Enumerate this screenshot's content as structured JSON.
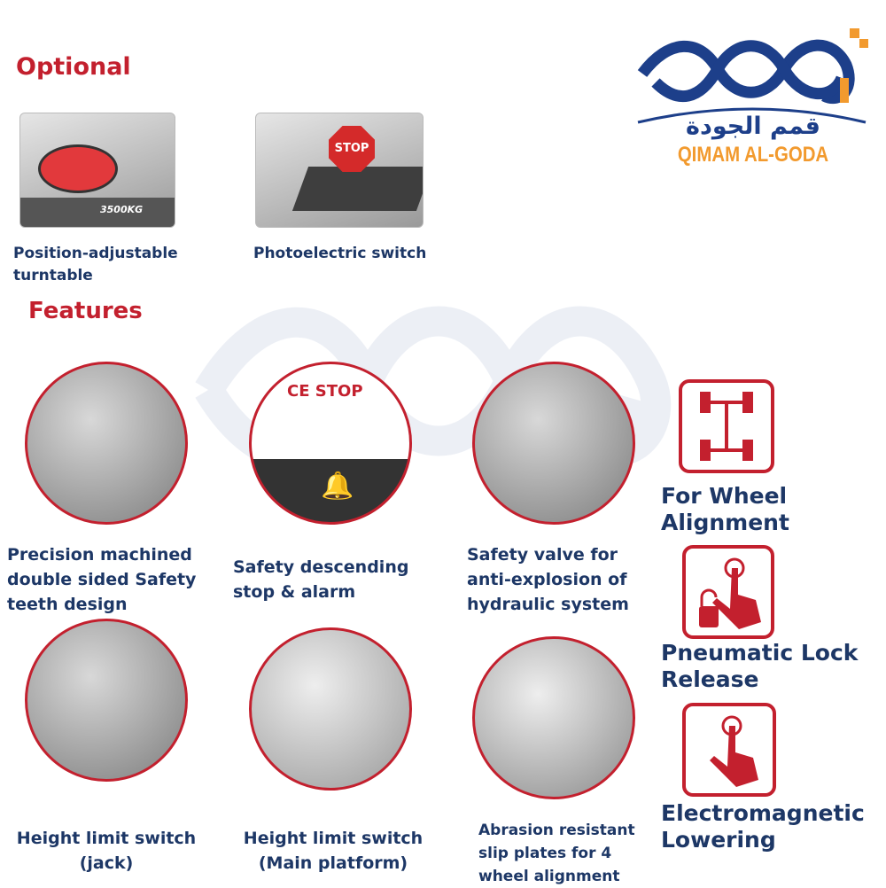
{
  "logo": {
    "arabic": "قمم الجودة",
    "latin": "QIMAM AL-GODA",
    "colors": {
      "blue": "#1d3f8a",
      "orange": "#f29a2e"
    }
  },
  "optional": {
    "title": "Optional",
    "items": [
      {
        "caption_lines": [
          "Position-adjustable",
          "turntable"
        ],
        "photo_text": "3500KG"
      },
      {
        "caption_lines": [
          "Photoelectric switch"
        ],
        "photo_text": "STOP"
      }
    ]
  },
  "features": {
    "title": "Features",
    "items": [
      {
        "caption_lines": [
          "Precision machined",
          "double sided Safety",
          "teeth design"
        ]
      },
      {
        "caption_lines": [
          "Safety descending",
          "stop & alarm"
        ],
        "photo_text": "CE STOP"
      },
      {
        "caption_lines": [
          "Safety valve for",
          "anti-explosion of",
          "hydraulic system"
        ]
      },
      {
        "caption_lines": [
          "Height limit switch",
          "(jack)"
        ]
      },
      {
        "caption_lines": [
          "Height limit switch",
          "(Main platform)"
        ]
      },
      {
        "caption_lines": [
          "Abrasion resistant",
          "slip plates for 4",
          "wheel alignment"
        ]
      }
    ]
  },
  "side_features": [
    {
      "lines": [
        "For Wheel",
        "Alignment"
      ],
      "icon": "wheel-axle-icon"
    },
    {
      "lines": [
        "Pneumatic Lock",
        "Release"
      ],
      "icon": "hand-unlock-icon"
    },
    {
      "lines": [
        "Electromagnetic",
        "Lowering"
      ],
      "icon": "hand-press-icon"
    }
  ],
  "colors": {
    "accent": "#c3202e",
    "text": "#1d3766"
  }
}
